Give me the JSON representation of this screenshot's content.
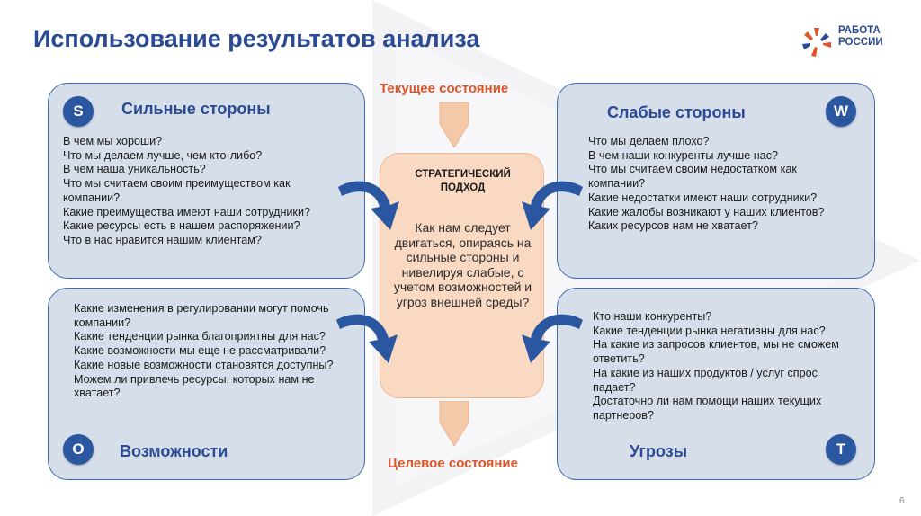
{
  "title": "Использование результатов анализа",
  "logo": {
    "line1": "РАБОТА",
    "line2": "РОССИИ"
  },
  "current_state": "Текущее состояние",
  "target_state": "Целевое состояние",
  "center": {
    "title_line1": "СТРАТЕГИЧЕСКИЙ",
    "title_line2": "ПОДХОД",
    "text": "Как нам следует двигаться, опираясь на сильные стороны и нивелируя слабые, с учетом возможностей и угроз внешней среды?"
  },
  "strengths": {
    "letter": "S",
    "heading": "Сильные стороны",
    "items": [
      "В чем мы хороши?",
      "Что мы делаем лучше, чем кто-либо?",
      "В чем наша уникальность?",
      "Что мы считаем своим преимуществом как компании?",
      "Какие преимущества имеют наши сотрудники?",
      "Какие ресурсы есть в нашем распоряжении?",
      "Что в нас нравится нашим клиентам?"
    ]
  },
  "weaknesses": {
    "letter": "W",
    "heading": "Слабые стороны",
    "items": [
      "Что мы делаем плохо?",
      "В чем наши конкуренты лучше нас?",
      "Что мы считаем своим недостатком как компании?",
      "Какие недостатки имеют наши сотрудники?",
      "Какие жалобы возникают у наших клиентов?",
      "Каких ресурсов нам не хватает?"
    ]
  },
  "opportunities": {
    "letter": "O",
    "heading": "Возможности",
    "items": [
      "Какие изменения в регулировании могут помочь компании?",
      "Какие тенденции рынка благоприятны для нас?",
      "Какие возможности мы еще не рассматривали? Какие новые возможности становятся доступны?",
      "Можем ли привлечь ресурсы, которых нам не хватает?"
    ]
  },
  "threats": {
    "letter": "T",
    "heading": "Угрозы",
    "items": [
      "Кто наши конкуренты?",
      "Какие тенденции рынка негативны для нас?",
      "На какие из запросов клиентов, мы не сможем ответить?",
      "На какие из наших продуктов / услуг спрос падает?",
      "Достаточно ли нам помощи наших текущих партнеров?"
    ]
  },
  "page_number": "6",
  "colors": {
    "title": "#2a4a93",
    "box_fill": "#d6deea",
    "box_border": "#3d6baa",
    "badge": "#2a57a0",
    "center_fill": "#fad9c3",
    "accent_orange": "#e0542a",
    "arrow_blue": "#2a57a0"
  }
}
